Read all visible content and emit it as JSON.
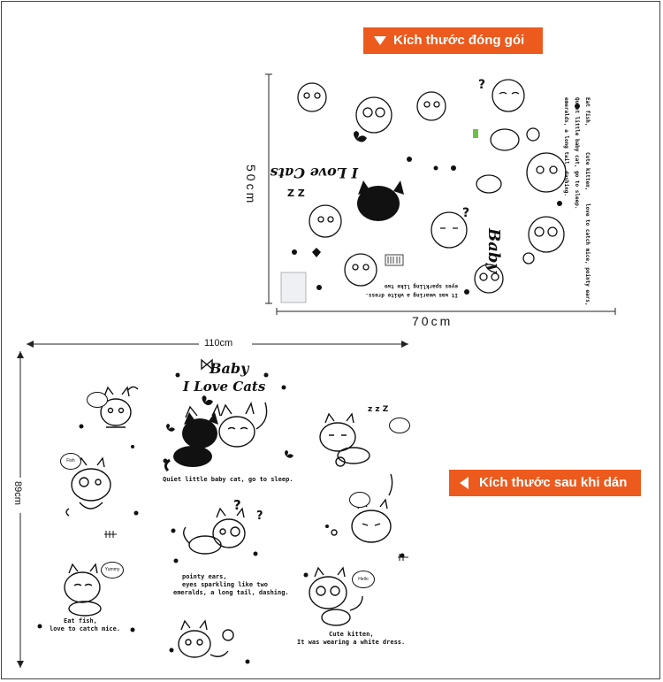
{
  "labels": {
    "packaging_size": "Kích thước đóng gói",
    "applied_size": "Kích thước sau khi dán"
  },
  "dimensions": {
    "sheet_height": "50cm",
    "sheet_width": "70cm",
    "applied_width": "110cm",
    "applied_height": "89cm"
  },
  "sticker": {
    "title_line1": "Baby",
    "title_line2": "I Love Cats",
    "caption_quiet": "Quiet little baby cat, go to sleep.",
    "caption_pointy_1": "pointy ears,",
    "caption_pointy_2": "eyes sparkling like two",
    "caption_pointy_3": "emeralds, a long tail, dashing.",
    "caption_fish_1": "Eat fish,",
    "caption_fish_2": "love to catch mice.",
    "caption_kitten_1": "Cute kitten,",
    "caption_kitten_2": "It was wearing a white dress.",
    "bubble_fish": "Fish",
    "bubble_yummy": "Yummy",
    "bubble_hello": "Hello",
    "sleep_z": "z z Z"
  },
  "colors": {
    "accent": "#ec5a1d",
    "frame": "#444444",
    "ink": "#111111"
  },
  "icons": {
    "tag_top": "triangle-down-icon",
    "tag_side": "triangle-left-icon"
  }
}
